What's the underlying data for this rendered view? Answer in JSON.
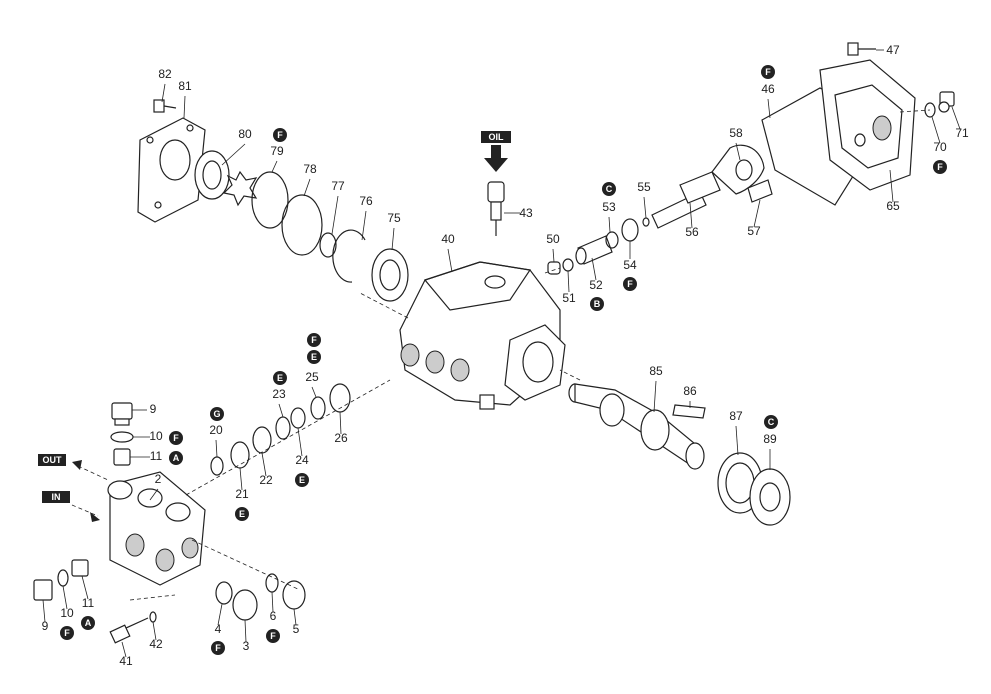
{
  "diagram": {
    "flow_tags": {
      "oil": "OIL",
      "out": "OUT",
      "in": "IN"
    },
    "parts": [
      {
        "id": "p82",
        "label": "82"
      },
      {
        "id": "p81",
        "label": "81"
      },
      {
        "id": "p80",
        "label": "80"
      },
      {
        "id": "p79",
        "label": "79",
        "badge": "F"
      },
      {
        "id": "p78",
        "label": "78"
      },
      {
        "id": "p77",
        "label": "77"
      },
      {
        "id": "p76",
        "label": "76"
      },
      {
        "id": "p75",
        "label": "75"
      },
      {
        "id": "p43",
        "label": "43"
      },
      {
        "id": "p40",
        "label": "40"
      },
      {
        "id": "p50",
        "label": "50"
      },
      {
        "id": "p51",
        "label": "51"
      },
      {
        "id": "p52",
        "label": "52",
        "badge": "B"
      },
      {
        "id": "p53",
        "label": "53",
        "badge": "C"
      },
      {
        "id": "p54",
        "label": "54",
        "badge": "F"
      },
      {
        "id": "p55",
        "label": "55"
      },
      {
        "id": "p56",
        "label": "56"
      },
      {
        "id": "p57",
        "label": "57"
      },
      {
        "id": "p58",
        "label": "58"
      },
      {
        "id": "p46",
        "label": "46",
        "badge": "F"
      },
      {
        "id": "p47",
        "label": "47"
      },
      {
        "id": "p65",
        "label": "65"
      },
      {
        "id": "p70",
        "label": "70",
        "badge": "F"
      },
      {
        "id": "p71",
        "label": "71"
      },
      {
        "id": "p85",
        "label": "85"
      },
      {
        "id": "p86",
        "label": "86"
      },
      {
        "id": "p87",
        "label": "87"
      },
      {
        "id": "p89",
        "label": "89",
        "badge": "C"
      },
      {
        "id": "p9a",
        "label": "9"
      },
      {
        "id": "p10a",
        "label": "10",
        "badge": "F"
      },
      {
        "id": "p11a",
        "label": "11",
        "badge": "A"
      },
      {
        "id": "p2",
        "label": "2"
      },
      {
        "id": "p20",
        "label": "20",
        "badge": "G"
      },
      {
        "id": "p21",
        "label": "21",
        "badge": "E"
      },
      {
        "id": "p22",
        "label": "22"
      },
      {
        "id": "p23",
        "label": "23",
        "badge": "E"
      },
      {
        "id": "p24",
        "label": "24",
        "badge": "E"
      },
      {
        "id": "p25",
        "label": "25",
        "badge": "F"
      },
      {
        "id": "p25b",
        "badge": "E"
      },
      {
        "id": "p26",
        "label": "26"
      },
      {
        "id": "p9b",
        "label": "9"
      },
      {
        "id": "p10b",
        "label": "10",
        "badge": "F"
      },
      {
        "id": "p11b",
        "label": "11",
        "badge": "A"
      },
      {
        "id": "p4",
        "label": "4",
        "badge": "F"
      },
      {
        "id": "p3",
        "label": "3"
      },
      {
        "id": "p6",
        "label": "6",
        "badge": "F"
      },
      {
        "id": "p5",
        "label": "5"
      },
      {
        "id": "p41",
        "label": "41"
      },
      {
        "id": "p42",
        "label": "42"
      }
    ]
  }
}
